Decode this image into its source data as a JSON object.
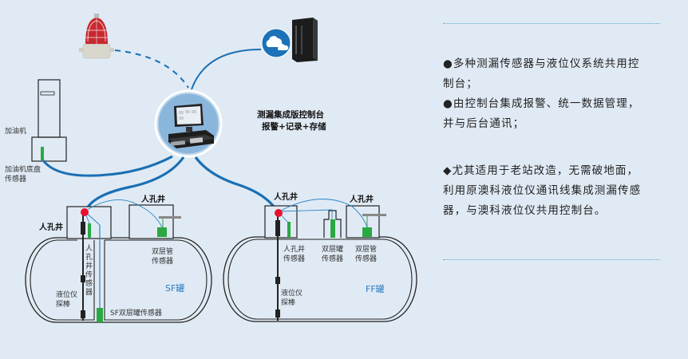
{
  "diagram": {
    "console": {
      "title_line1": "测漏集成版控制台",
      "title_line2": "报警+记录+存储",
      "icon": "monitor-console-icon"
    },
    "alarm_light": {
      "icon": "alarm-beacon-icon"
    },
    "cloud_server": {
      "icon": "cloud-server-icon"
    },
    "dispenser": {
      "label": "加油机",
      "sensor_label_line1": "加油机底盘",
      "sensor_label_line2": "传感器"
    },
    "sf_tank": {
      "name": "SF罐",
      "manhole_left_label": "人孔井",
      "manhole_right_label": "人孔井",
      "manhole_sensor_label": [
        "人",
        "孔",
        "井",
        "传",
        "感",
        "器"
      ],
      "level_probe_label_line1": "液位仪",
      "level_probe_label_line2": "探棒",
      "pipe_sensor_label_line1": "双层管",
      "pipe_sensor_label_line2": "传感器",
      "tank_sensor_label": "SF双层罐传感器"
    },
    "ff_tank": {
      "name": "FF罐",
      "manhole_left_label": "人孔井",
      "manhole_right_label": "人孔井",
      "manhole_sensor_label_line1": "人孔井",
      "manhole_sensor_label_line2": "传感器",
      "tank_sensor_label_line1": "双层罐",
      "tank_sensor_label_line2": "传感器",
      "pipe_sensor_label_line1": "双层管",
      "pipe_sensor_label_line2": "传感器",
      "level_probe_label_line1": "液位仪",
      "level_probe_label_line2": "探棒"
    },
    "colors": {
      "cable": "#1a6fb3",
      "thin_wire": "#2a86c8",
      "sensor": "#2aa842",
      "junction": "#e8112d",
      "outline": "#222222"
    }
  },
  "features": {
    "bullet1": {
      "line1": "●多种测漏传感器与液位仪系统共用控",
      "line2": "制台；"
    },
    "bullet2": {
      "line1": "●由控制台集成报警、统一数据管理，",
      "line2": "并与后台通讯；"
    },
    "bullet3": {
      "line1": "◆尤其适用于老站改造，无需破地面，",
      "line2": "利用原澳科液位仪通讯线集成测漏传感",
      "line3": "器，与澳科液位仪共用控制台。"
    }
  }
}
